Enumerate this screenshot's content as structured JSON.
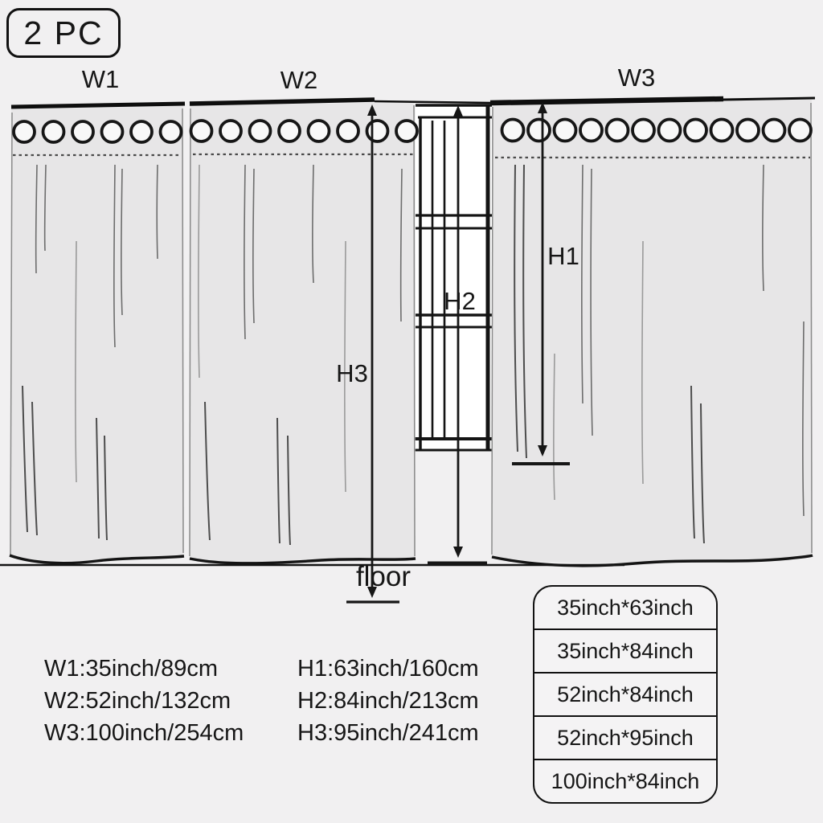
{
  "badge": {
    "label": "2 PC"
  },
  "diagram": {
    "panel_labels": {
      "w1": "W1",
      "w2": "W2",
      "w3": "W3"
    },
    "height_labels": {
      "h1": "H1",
      "h2": "H2",
      "h3": "H3"
    },
    "floor_label": "floor",
    "icons": [
      "grommet-circles",
      "window-frame",
      "measure-arrows",
      "floor-line"
    ]
  },
  "specs": {
    "widths": [
      "W1:35inch/89cm",
      "W2:52inch/132cm",
      "W3:100inch/254cm"
    ],
    "heights": [
      "H1:63inch/160cm",
      "H2:84inch/213cm",
      "H3:95inch/241cm"
    ]
  },
  "size_table": {
    "rows": [
      "35inch*63inch",
      "35inch*84inch",
      "52inch*84inch",
      "52inch*95inch",
      "100inch*84inch"
    ]
  },
  "colors": {
    "background": "#f1f0f1",
    "line": "#161616",
    "curtain_fill": "#e7e6e7",
    "window_fill": "#ffffff"
  }
}
